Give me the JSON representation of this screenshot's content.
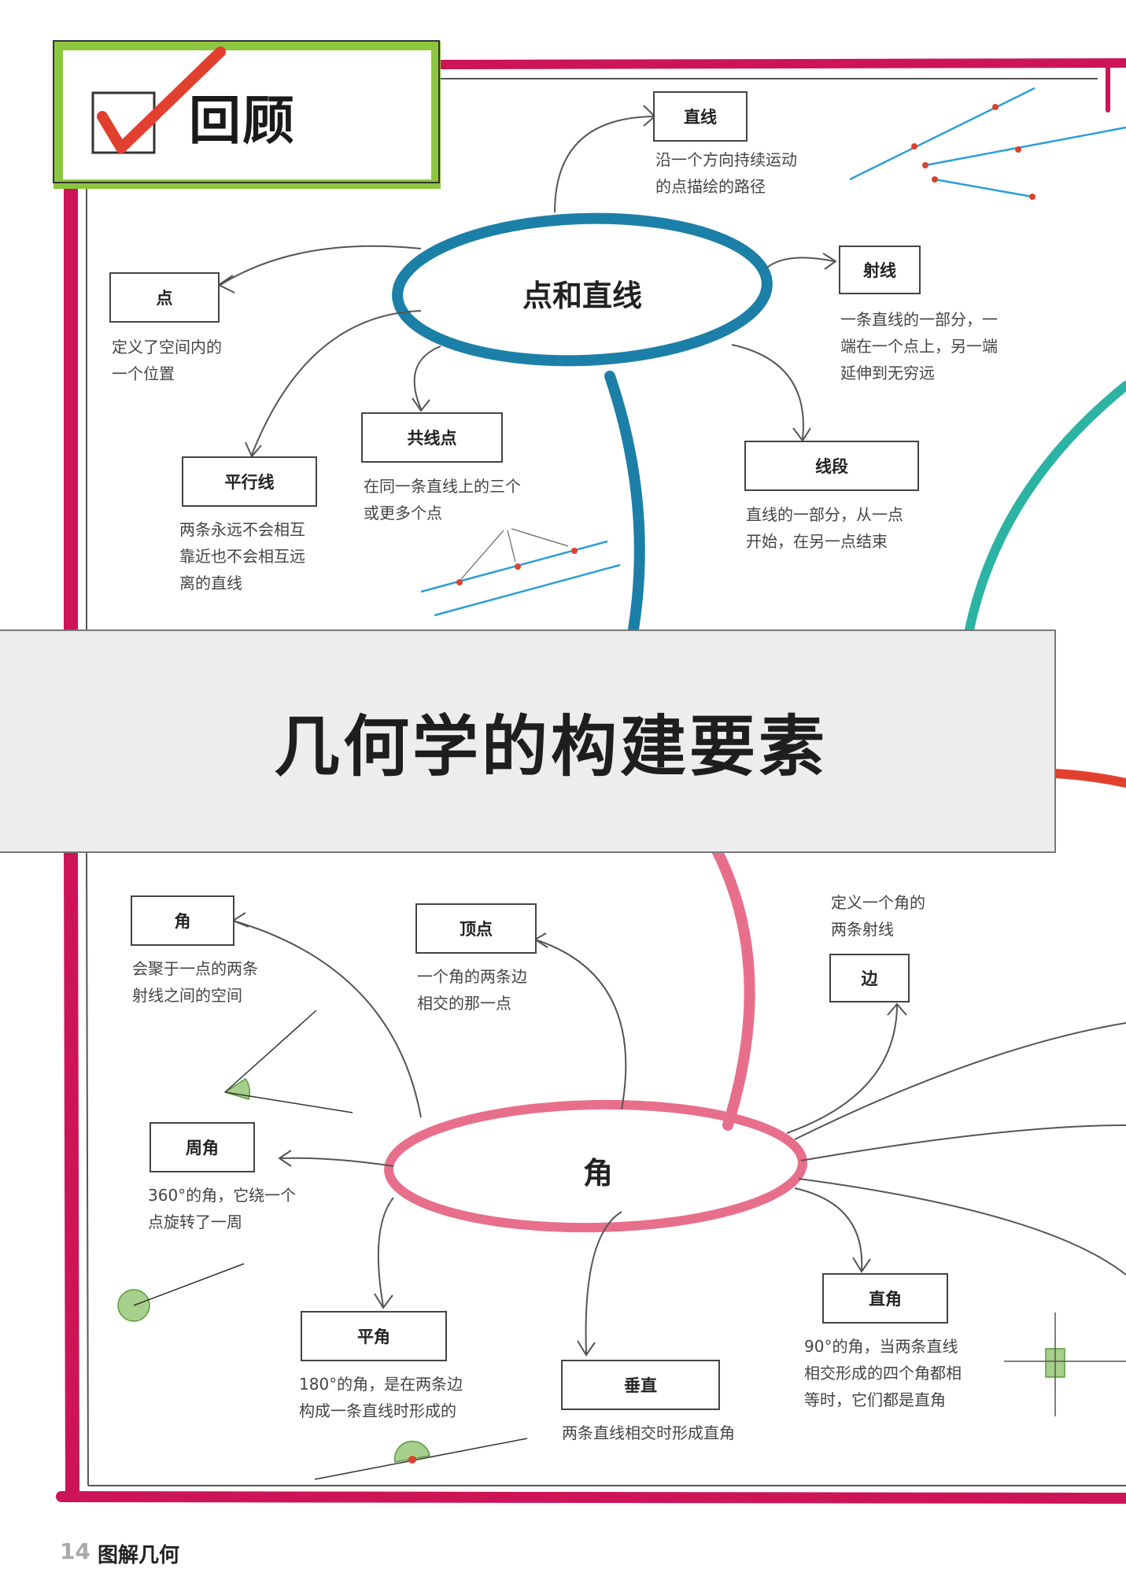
{
  "review": {
    "title": "回顾"
  },
  "banner": {
    "title": "几何学的构建要素"
  },
  "top_map": {
    "center": "点和直线",
    "nodes": [
      {
        "key": "line",
        "label": "直线",
        "desc": [
          "沿一个方向持续运动",
          "的点描绘的路径"
        ]
      },
      {
        "key": "point",
        "label": "点",
        "desc": [
          "定义了空间内的",
          "一个位置"
        ]
      },
      {
        "key": "ray",
        "label": "射线",
        "desc": [
          "一条直线的一部分，一",
          "端在一个点上，另一端",
          "延伸到无穷远"
        ]
      },
      {
        "key": "collinear",
        "label": "共线点",
        "desc": [
          "在同一条直线上的三个",
          "或更多个点"
        ]
      },
      {
        "key": "parallel",
        "label": "平行线",
        "desc": [
          "两条永远不会相互",
          "靠近也不会相互远",
          "离的直线"
        ]
      },
      {
        "key": "segment",
        "label": "线段",
        "desc": [
          "直线的一部分，从一点",
          "开始，在另一点结束"
        ]
      }
    ]
  },
  "bottom_map": {
    "center": "角",
    "nodes": [
      {
        "key": "angle",
        "label": "角",
        "desc": [
          "会聚于一点的两条",
          "射线之间的空间"
        ]
      },
      {
        "key": "vertex",
        "label": "顶点",
        "desc": [
          "一个角的两条边",
          "相交的那一点"
        ]
      },
      {
        "key": "side",
        "label": "边",
        "desc": [
          "定义一个角的",
          "两条射线"
        ]
      },
      {
        "key": "full",
        "label": "周角",
        "desc": [
          "360°的角，它绕一个",
          "点旋转了一周"
        ]
      },
      {
        "key": "straight",
        "label": "平角",
        "desc": [
          "180°的角，是在两条边",
          "构成一条直线时形成的"
        ]
      },
      {
        "key": "perp",
        "label": "垂直",
        "desc": [
          "两条直线相交时形成直角"
        ]
      },
      {
        "key": "right",
        "label": "直角",
        "desc": [
          "90°的角，当两条直线",
          "相交形成的四个角都相",
          "等时，它们都是直角"
        ]
      }
    ]
  },
  "footer": {
    "page_number": "14",
    "book_title": "图解几何"
  },
  "colors": {
    "magenta": "#cc1456",
    "blue": "#1c7fa8",
    "teal": "#2bb3a3",
    "pink": "#e86f8c",
    "green": "#8cc63f",
    "red": "#e2402f",
    "light_blue": "#2a9fd8"
  },
  "icons": {
    "check": "check-mark-icon"
  }
}
